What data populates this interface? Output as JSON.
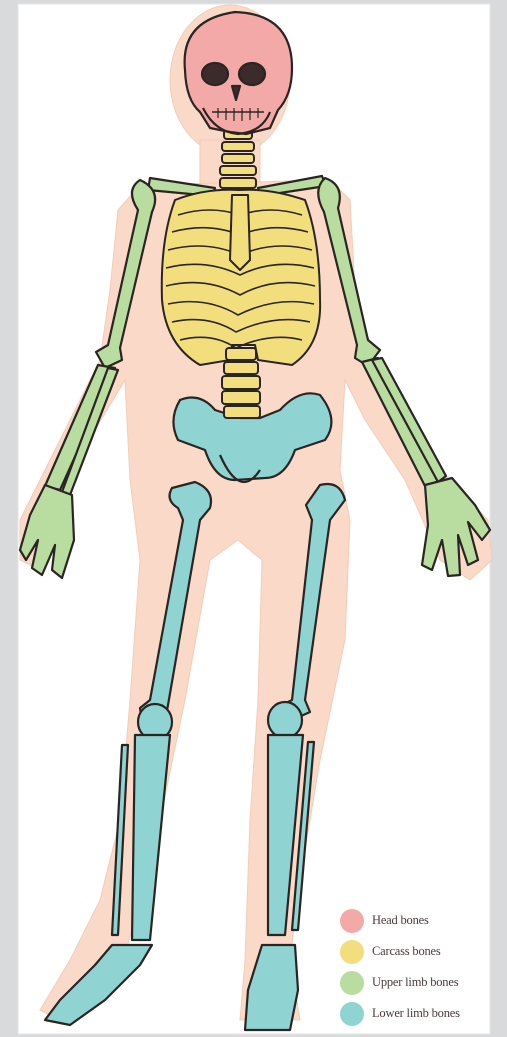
{
  "legend": [
    {
      "label": "Head bones",
      "color": "#f2a9a7"
    },
    {
      "label": "Carcass bones",
      "color": "#f3de7e"
    },
    {
      "label": "Upper limb bones",
      "color": "#b9dda0"
    },
    {
      "label": "Lower limb bones",
      "color": "#8fd3d3"
    }
  ],
  "colors": {
    "background": "#d9dadb",
    "panel": "#ffffff",
    "body_silhouette": "#fbd9c8",
    "head": "#f2a9a7",
    "carcass": "#f3de7e",
    "upper_limb": "#b9dda0",
    "lower_limb": "#8fd3d3",
    "outline": "#2a2522"
  }
}
